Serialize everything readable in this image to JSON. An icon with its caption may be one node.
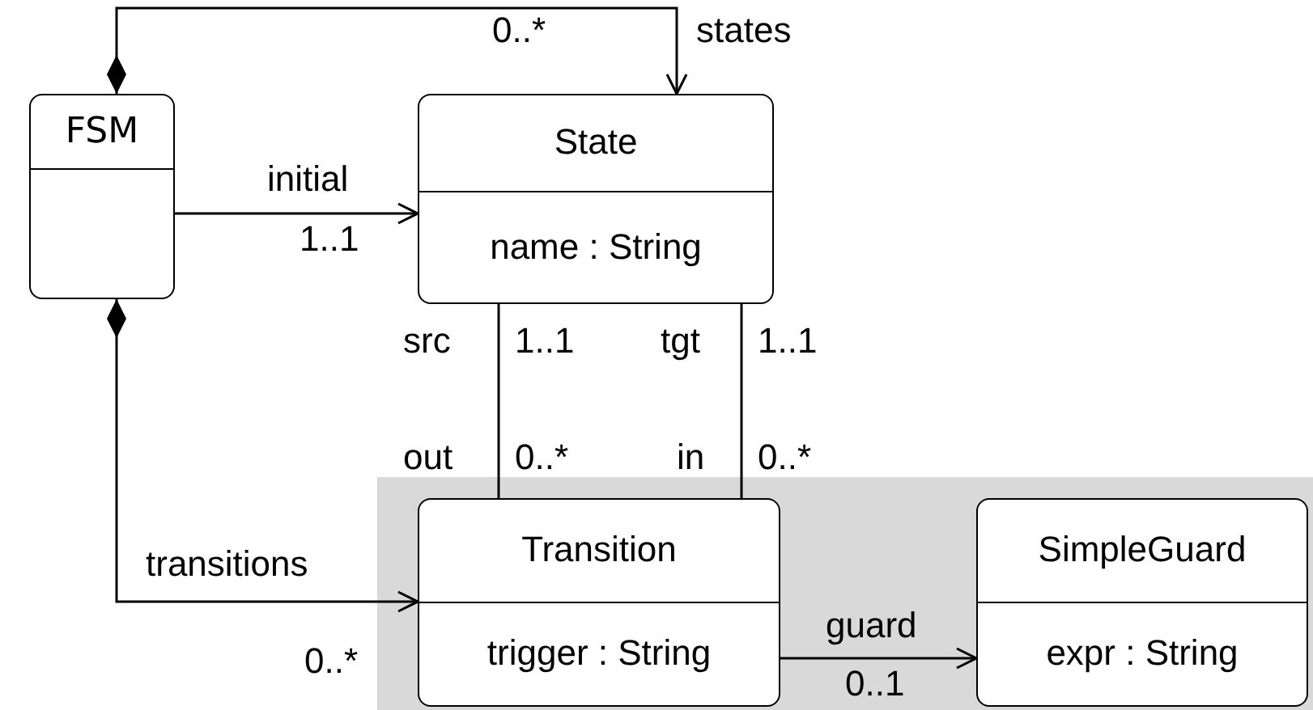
{
  "diagram": {
    "nodes": [
      {
        "text": [
          "FSM"
        ]
      },
      {
        "text": [
          "State",
          "name : String"
        ]
      },
      {
        "text": [],
        "shape": "box"
      },
      {
        "text": [
          "Transition",
          "trigger : String"
        ],
        "in": 2
      },
      {
        "text": [
          "SimpleGuard",
          "expr : String"
        ],
        "in": 2
      }
    ],
    "edges": [
      {
        "from": 0,
        "to": 1,
        "arrow": "to",
        "label": "states"
      },
      {
        "from": 0,
        "to": 1,
        "arrow": "to",
        "label": "initial"
      },
      {
        "from": 0,
        "to": 3,
        "arrow": "to",
        "label": "transitions"
      },
      {
        "from": 1,
        "to": 3,
        "arrow": "none",
        "label": "src"
      },
      {
        "from": 1,
        "to": 3,
        "arrow": "none",
        "label": "tgt"
      },
      {
        "from": 3,
        "to": 4,
        "arrow": "to",
        "label": "guard"
      }
    ],
    "labels": [
      "0..*",
      "1..1",
      "1..1",
      "1..1",
      "out",
      "0..*",
      "in",
      "0..*",
      "0..*",
      "0..1"
    ]
  }
}
